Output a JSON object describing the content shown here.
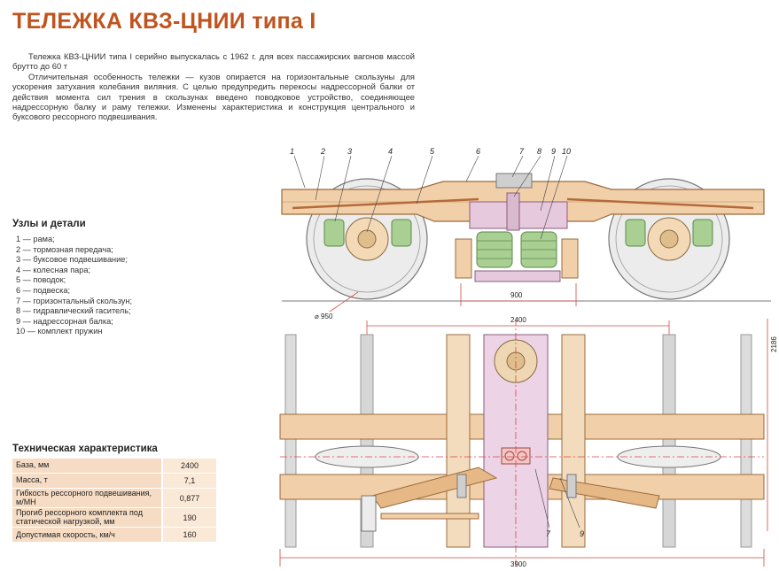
{
  "title": "ТЕЛЕЖКА КВЗ-ЦНИИ типа I",
  "intro": [
    "Тележка КВЗ-ЦНИИ типа I серийно выпускалась с 1962 г. для всех пассажирских вагонов массой брутто до 60 т",
    "Отличительная особенность тележки — кузов опирается на горизонтальные скользуны для ускорения затухания колебания виляния. С целью предупредить перекосы надрессорной балки от действия момента сил трения в скользунах введено поводковое устройство, соединяющее надрессорную балку и раму тележки. Изменены характеристика и конструкция центрального и буксового рессорного подвешивания."
  ],
  "legend": {
    "title": "Узлы и детали",
    "items": [
      "1 — рама;",
      "2 — тормозная передача;",
      "3 — буксовое подвешивание;",
      "4 — колесная пара;",
      "5 — поводок;",
      "6 — подвеска;",
      "7 — горизонтальный скользун;",
      "8 — гидравлический гаситель;",
      "9 — надрессорная балка;",
      "10 — комплект пружин"
    ]
  },
  "spec": {
    "title": "Техническая характеристика",
    "rows": [
      {
        "k": "База, мм",
        "v": "2400"
      },
      {
        "k": "Масса, т",
        "v": "7,1"
      },
      {
        "k": "Гибкость рессорного подвешивания, м/МН",
        "v": "0,877"
      },
      {
        "k": "Прогиб рессорного комплекта под статической нагрузкой, мм",
        "v": "190"
      },
      {
        "k": "Допустимая скорость, км/ч",
        "v": "160"
      }
    ]
  },
  "drawing": {
    "callouts": [
      "1",
      "2",
      "3",
      "4",
      "5",
      "6",
      "7",
      "8",
      "9",
      "10"
    ],
    "plan_callouts": [
      "7",
      "9"
    ],
    "dims": {
      "spring": "900",
      "base": "2400",
      "width": "2186",
      "length": "3900",
      "wheel": "⌀ 950"
    }
  },
  "colors": {
    "title": "#c0531e",
    "frame": "#f1cfa8",
    "frame_stroke": "#9a6b3c",
    "bolster": "#e7c9de",
    "spring": "#a9cf93",
    "wheel": "#eeeeee",
    "dim": "#d24a42"
  }
}
